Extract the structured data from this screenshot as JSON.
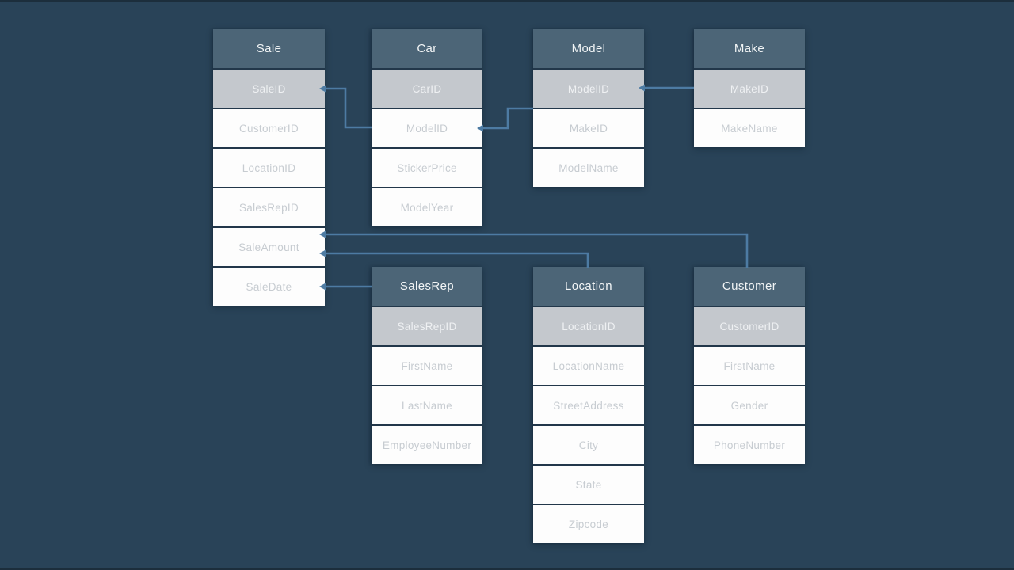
{
  "colors": {
    "background": "#294358",
    "table_header_bg": "#4c6577",
    "key_row_bg": "#c4c8cd",
    "field_row_bg": "#fdfdfd",
    "field_text": "#c7ccd1",
    "key_text": "#eff1f3",
    "header_text": "#f2f5f6",
    "connector": "#4d7ba3",
    "row_separator": "#22374a"
  },
  "tables": [
    {
      "name": "Sale",
      "fields": [
        {
          "label": "SaleID",
          "key": true
        },
        {
          "label": "CustomerID",
          "key": false
        },
        {
          "label": "LocationID",
          "key": false
        },
        {
          "label": "SalesRepID",
          "key": false
        },
        {
          "label": "SaleAmount",
          "key": false
        },
        {
          "label": "SaleDate",
          "key": false
        }
      ]
    },
    {
      "name": "Car",
      "fields": [
        {
          "label": "CarID",
          "key": true
        },
        {
          "label": "ModelID",
          "key": false
        },
        {
          "label": "StickerPrice",
          "key": false
        },
        {
          "label": "ModelYear",
          "key": false
        }
      ]
    },
    {
      "name": "Model",
      "fields": [
        {
          "label": "ModelID",
          "key": true
        },
        {
          "label": "MakeID",
          "key": false
        },
        {
          "label": "ModelName",
          "key": false
        }
      ]
    },
    {
      "name": "Make",
      "fields": [
        {
          "label": "MakeID",
          "key": true
        },
        {
          "label": "MakeName",
          "key": false
        }
      ]
    },
    {
      "name": "SalesRep",
      "fields": [
        {
          "label": "SalesRepID",
          "key": true
        },
        {
          "label": "FirstName",
          "key": false
        },
        {
          "label": "LastName",
          "key": false
        },
        {
          "label": "EmployeeNumber",
          "key": false
        }
      ]
    },
    {
      "name": "Location",
      "fields": [
        {
          "label": "LocationID",
          "key": true
        },
        {
          "label": "LocationName",
          "key": false
        },
        {
          "label": "StreetAddress",
          "key": false
        },
        {
          "label": "City",
          "key": false
        },
        {
          "label": "State",
          "key": false
        },
        {
          "label": "Zipcode",
          "key": false
        }
      ]
    },
    {
      "name": "Customer",
      "fields": [
        {
          "label": "CustomerID",
          "key": true
        },
        {
          "label": "FirstName",
          "key": false
        },
        {
          "label": "Gender",
          "key": false
        },
        {
          "label": "PhoneNumber",
          "key": false
        }
      ]
    }
  ],
  "connections": [
    {
      "from": "Sale.SaleID",
      "to": "Car.ModelID"
    },
    {
      "from": "Car.ModelID",
      "to": "Model.ModelID"
    },
    {
      "from": "Model.ModelID",
      "to": "Make.MakeID"
    },
    {
      "from": "Sale",
      "to": "Customer"
    },
    {
      "from": "Sale",
      "to": "Location"
    },
    {
      "from": "Sale.SaleDate",
      "to": "SalesRep"
    }
  ]
}
